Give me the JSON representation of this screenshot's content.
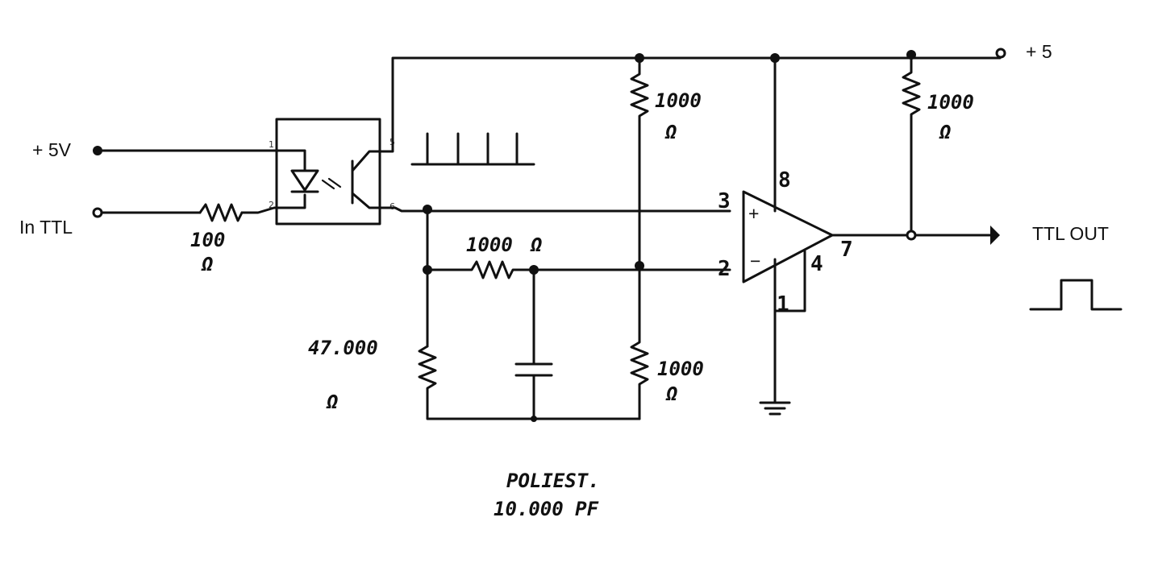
{
  "labels": {
    "plus5v_in": "+ 5V",
    "in_ttl": "In TTL",
    "plus5_rail": "+ 5",
    "ttl_out": "TTL OUT"
  },
  "resistors": {
    "r_input": {
      "value": "100",
      "unit": "Ω"
    },
    "r_top_divider": {
      "value": "1000",
      "unit": "Ω"
    },
    "r_pullup": {
      "value": "1000",
      "unit": "Ω"
    },
    "r_series": {
      "value": "1000",
      "unit": "Ω"
    },
    "r_bottom_divider": {
      "value": "1000",
      "unit": "Ω"
    },
    "r_left": {
      "value": "47.000",
      "unit": "Ω"
    }
  },
  "capacitor": {
    "type": "POLIEST.",
    "value": "10.000 PF"
  },
  "opamp_pins": {
    "non_inverting": "3",
    "inverting": "2",
    "vcc": "8",
    "output": "7",
    "pin4": "4",
    "pin1": "1"
  },
  "opamp_signs": {
    "plus": "+",
    "minus": "−"
  },
  "optocoupler_pins": {
    "p1": "1",
    "p2": "2",
    "p5": "5",
    "p6": "6"
  }
}
